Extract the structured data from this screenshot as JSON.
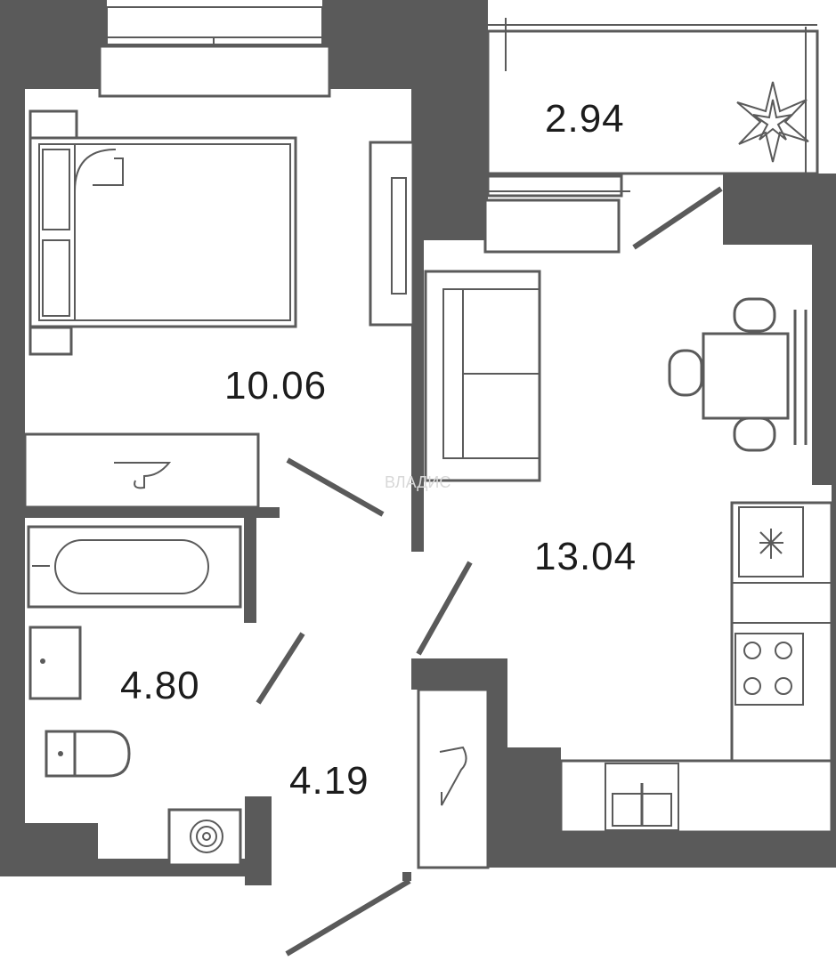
{
  "rooms": {
    "bedroom": {
      "area": "10.06"
    },
    "balcony": {
      "area": "2.94"
    },
    "living_kitchen": {
      "area": "13.04"
    },
    "bathroom": {
      "area": "4.80"
    },
    "hallway": {
      "area": "4.19"
    }
  },
  "watermark": {
    "text": "ВЛАДИС"
  },
  "colors": {
    "wall": "#5a5a5a",
    "background": "#ffffff",
    "text": "#1c1c1c"
  }
}
